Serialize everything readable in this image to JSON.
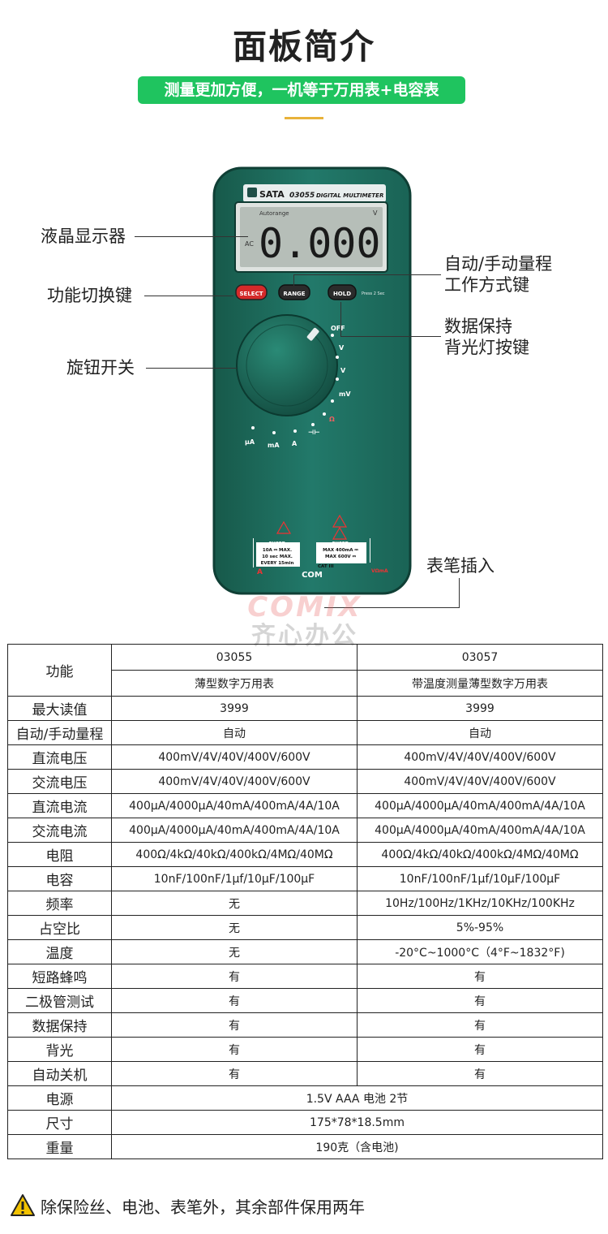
{
  "header": {
    "title": "面板简介",
    "subtitle": "测量更加方便，一机等于万用表+电容表"
  },
  "meter": {
    "brand": "SATA",
    "model_label": "03055",
    "model_desc": "DIGITAL MULTIMETER",
    "autorange": "Autorange",
    "display_value": "0.000",
    "display_unit": "V",
    "display_ac": "AC",
    "buttons": {
      "select": "SELECT",
      "range": "RANGE",
      "hold": "HOLD",
      "press_note": "Press 2 Sec"
    },
    "dial": {
      "off": "OFF",
      "v_dc": "V",
      "v_ac": "V",
      "mv": "mV",
      "ohm": "Ω",
      "cap": "⊣⊢",
      "a": "A",
      "ma": "mA",
      "ua": "μA"
    },
    "jacks": {
      "fused_left": "FUSED",
      "left_spec_1": "10A ⎓ MAX.",
      "left_spec_2": "10 sec MAX.",
      "left_spec_3": "EVERY 15min",
      "fused_right": "FUSED",
      "right_spec_1": "MAX 400mA ⎓",
      "right_spec_2": "MAX 600V ⎓",
      "cat": "CAT III",
      "com": "COM",
      "a_jack": "A",
      "right_jack": "VΩmA"
    }
  },
  "callouts": {
    "lcd": "液晶显示器",
    "function_key": "功能切换键",
    "auto_manual_1": "自动/手动量程",
    "auto_manual_2": "工作方式键",
    "hold_1": "数据保持",
    "hold_2": "背光灯按键",
    "knob": "旋钮开关",
    "probe": "表笔插入"
  },
  "watermark": {
    "line1": "COMIX",
    "line2": "齐心办公"
  },
  "table": {
    "function_header": "功能",
    "models": [
      "03055",
      "03057"
    ],
    "model_names": [
      "薄型数字万用表",
      "带温度测量薄型数字万用表"
    ],
    "rows": [
      {
        "label": "最大读值",
        "a": "3999",
        "b": "3999"
      },
      {
        "label": "自动/手动量程",
        "a": "自动",
        "b": "自动"
      },
      {
        "label": "直流电压",
        "a": "400mV/4V/40V/400V/600V",
        "b": "400mV/4V/40V/400V/600V"
      },
      {
        "label": "交流电压",
        "a": "400mV/4V/40V/400V/600V",
        "b": "400mV/4V/40V/400V/600V"
      },
      {
        "label": "直流电流",
        "a": "400μA/4000μA/40mA/400mA/4A/10A",
        "b": "400μA/4000μA/40mA/400mA/4A/10A"
      },
      {
        "label": "交流电流",
        "a": "400μA/4000μA/40mA/400mA/4A/10A",
        "b": "400μA/4000μA/40mA/400mA/4A/10A"
      },
      {
        "label": "电阻",
        "a": "400Ω/4kΩ/40kΩ/400kΩ/4MΩ/40MΩ",
        "b": "400Ω/4kΩ/40kΩ/400kΩ/4MΩ/40MΩ"
      },
      {
        "label": "电容",
        "a": "10nF/100nF/1μf/10μF/100μF",
        "b": "10nF/100nF/1μf/10μF/100μF"
      },
      {
        "label": "频率",
        "a": "无",
        "b": "10Hz/100Hz/1KHz/10KHz/100KHz"
      },
      {
        "label": "占空比",
        "a": "无",
        "b": "5%-95%"
      },
      {
        "label": "温度",
        "a": "无",
        "b": "-20°C~1000°C（4°F~1832°F)"
      },
      {
        "label": "短路蜂鸣",
        "a": "有",
        "b": "有"
      },
      {
        "label": "二极管测试",
        "a": "有",
        "b": "有"
      },
      {
        "label": "数据保持",
        "a": "有",
        "b": "有"
      },
      {
        "label": "背光",
        "a": "有",
        "b": "有"
      },
      {
        "label": "自动关机",
        "a": "有",
        "b": "有"
      }
    ],
    "shared_rows": [
      {
        "label": "电源",
        "value": "1.5V AAA 电池 2节"
      },
      {
        "label": "尺寸",
        "value": "175*78*18.5mm"
      },
      {
        "label": "重量",
        "value": "190克（含电池)"
      }
    ]
  },
  "footer": {
    "warranty": "除保险丝、电池、表笔外，其余部件保用两年"
  },
  "colors": {
    "accent_green": "#1fc45f",
    "meter_body": "#1f6f5a",
    "gold": "#e8b23a",
    "warn_yellow": "#f2c200"
  }
}
